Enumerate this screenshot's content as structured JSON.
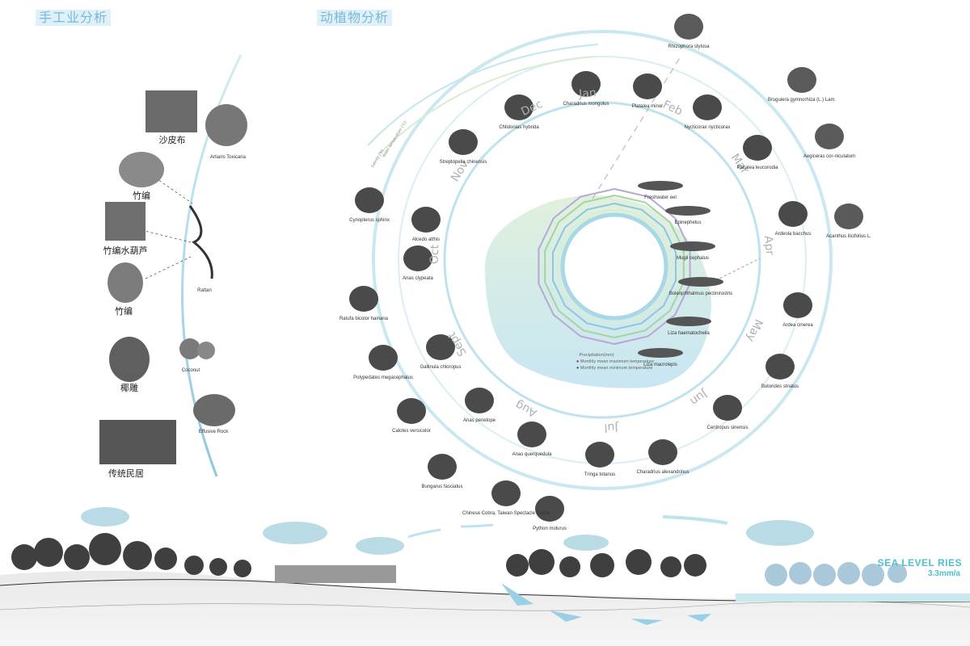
{
  "titles": {
    "handicraft": "手工业分析",
    "fauna_flora": "动植物分析"
  },
  "handicraft_items": {
    "sarong": "沙皮布",
    "arbor": "Artiaris Toxicaria",
    "basket1": "竹编",
    "basket_gourd": "竹编水葫芦",
    "rattan": "Rattan",
    "basket2": "竹编",
    "coconut_bowl": "椰雕",
    "coconut": "Coconut",
    "rock": "Effusive Rock",
    "house": "传统民居"
  },
  "months": [
    "Jan",
    "Feb",
    "Mar",
    "Apr",
    "May",
    "Jun",
    "Jul",
    "Aug",
    "Sept",
    "Oct",
    "Nov",
    "Dec"
  ],
  "outer_species": [
    "Rhizophora stylosa",
    "Bruguiera gymnorhiza (L.) Lam.",
    "Aegiceras cor-niculatum",
    "Acanthus ilicifolius L.",
    "Platalea minor",
    "Nycticorax nycticorax",
    "Platalea leucorodia",
    "Ardeola bacchus",
    "Ardea cinerea",
    "Butorides striatus",
    "Centropus sinensis",
    "Charadrius alexandrinus",
    "Tringa totanus",
    "Anas querquedula",
    "Anas penelope",
    "Calotes versicolor",
    "Bungarus fasciatus",
    "Chinese Cobra, Taiwan Spectacle Cobra",
    "Python molurus",
    "Polypedates megacephalus",
    "Gallinula chloropus",
    "Ratufa bicolor hainana",
    "Anas clypeata",
    "Alcedo atthis",
    "Cynopterus sphinx",
    "Streptopelia chinensis",
    "Chlidonias hybrida",
    "Charadrius mongolus"
  ],
  "fish": [
    "Freshwater eel",
    "Epinephelus",
    "Mugil cephalus",
    "Boleophthalmus pectinirostris",
    "Liza haematocheila",
    "Liza macrolepis"
  ],
  "legend": [
    "Precipitation(mm)",
    "Monthly mean maximum temperature",
    "Monthly mean minimum temperature"
  ],
  "arc_labels": [
    "Salinity (%)",
    "Water temperature (°C)"
  ],
  "sea_level": {
    "title": "SEA LEVEL RIES",
    "rate": "3.3mm/a"
  },
  "colors": {
    "title_bg": "#dff1f8",
    "title_text": "#7ab7d8",
    "ring": "#bde3ee",
    "sea_text": "#4fc0c8",
    "precip_fill_top": "#d9edd3",
    "precip_fill_bottom": "#c8e6f3"
  }
}
